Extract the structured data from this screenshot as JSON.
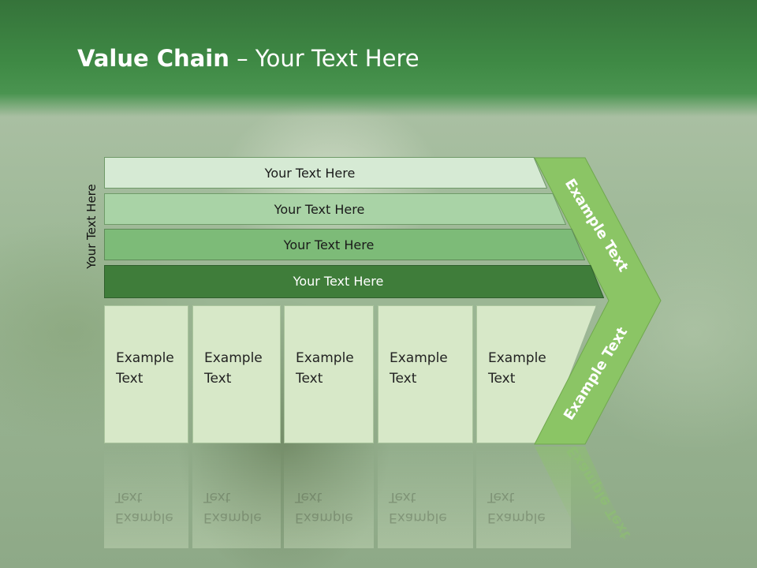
{
  "slide": {
    "title_bold": "Value Chain",
    "title_rest": " – Your Text Here",
    "side_label": "Your Text Here",
    "bars": [
      {
        "label": "Your Text Here"
      },
      {
        "label": "Your Text Here"
      },
      {
        "label": "Your Text Here"
      },
      {
        "label": "Your Text Here"
      }
    ],
    "boxes": [
      {
        "line1": "Example",
        "line2": "Text"
      },
      {
        "line1": "Example",
        "line2": "Text"
      },
      {
        "line1": "Example",
        "line2": "Text"
      },
      {
        "line1": "Example",
        "line2": "Text"
      },
      {
        "line1": "Example",
        "line2": "Text"
      }
    ],
    "arrow_top_label": "Example Text",
    "arrow_bottom_label": "Example Text",
    "colors": {
      "header": "#3f8a45",
      "bar1": "#d6ead4",
      "bar2": "#a9d3a6",
      "bar3": "#7dbb78",
      "bar4": "#3f7d3a",
      "box": "#d7e8c8",
      "arrow": "#8bc565"
    }
  }
}
